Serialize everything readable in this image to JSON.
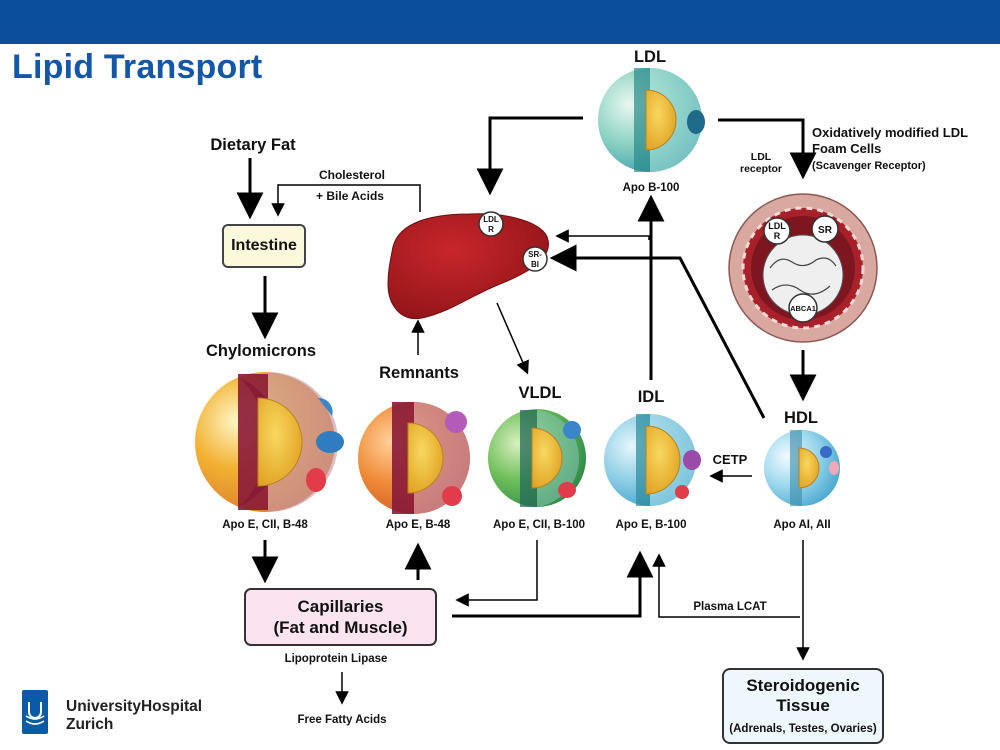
{
  "header": {
    "title": "Lipid Transport"
  },
  "labels": {
    "dietary_fat": "Dietary Fat",
    "cholesterol": "Cholesterol",
    "bile_acids": "+ Bile Acids",
    "chylomicrons": "Chylomicrons",
    "remnants": "Remnants",
    "vldl": "VLDL",
    "idl": "IDL",
    "ldl": "LDL",
    "hdl": "HDL",
    "cetp": "CETP",
    "ldl_receptor_line1": "LDL",
    "ldl_receptor_line2": "receptor",
    "oxidized_line1": "Oxidatively modified LDL",
    "oxidized_line2": "Foam Cells",
    "scavenger": "(Scavenger Receptor)",
    "lipoprotein_lipase": "Lipoprotein Lipase",
    "free_fatty_acids": "Free Fatty Acids",
    "plasma_lcat": "Plasma LCAT",
    "liver_ldlr_line1": "LDL",
    "liver_ldlr_line2": "R",
    "liver_srbi_line1": "SR-",
    "liver_srbi_line2": "BI",
    "cell_ldlr_line1": "LDL",
    "cell_ldlr_line2": "R",
    "cell_sr": "SR",
    "cell_abca1": "ABCA1"
  },
  "apo": {
    "chylomicron": "Apo E, CII, B-48",
    "remnant": "Apo E, B-48",
    "vldl": "Apo E, CII, B-100",
    "idl": "Apo E, B-100",
    "ldl": "Apo B-100",
    "hdl": "Apo AI, AII"
  },
  "boxes": {
    "intestine": "Intestine",
    "capillaries_line1": "Capillaries",
    "capillaries_line2": "(Fat and Muscle)",
    "steroid_line1": "Steroidogenic",
    "steroid_line2": "Tissue",
    "steroid_line3": "(Adrenals, Testes, Ovaries)"
  },
  "footer": {
    "org_line1": "UniversityHospital",
    "org_line2": "Zurich"
  },
  "colors": {
    "header_bar": "#0b4f9c",
    "title": "#1456a8",
    "liver": "#b01e23"
  }
}
